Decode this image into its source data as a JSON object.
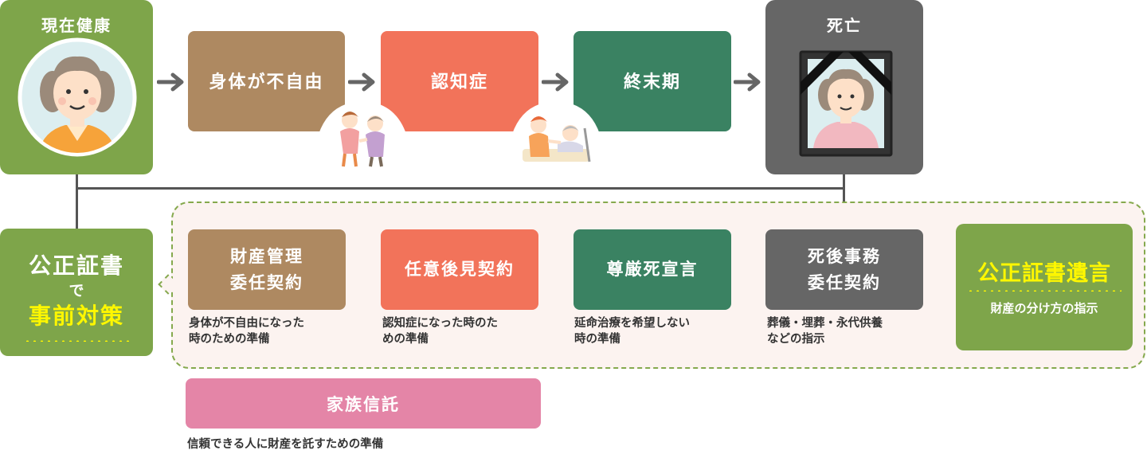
{
  "colors": {
    "green": "#7ea54a",
    "brown": "#ae8961",
    "coral": "#f2735a",
    "teal": "#3a8262",
    "gray": "#666666",
    "pink": "#e485a7",
    "yellow": "#fff700",
    "dashed_bg": "#fcf3f0"
  },
  "timeline": {
    "start": {
      "label": "現在健康",
      "icon": "healthy-grandma-icon"
    },
    "stages": [
      {
        "label": "身体が不自由",
        "color": "#ae8961",
        "illustration": "caregiver-helping-walk-icon"
      },
      {
        "label": "認知症",
        "color": "#f2735a",
        "illustration": "caregiver-bedside-icon"
      },
      {
        "label": "終末期",
        "color": "#3a8262"
      }
    ],
    "end": {
      "label": "死亡",
      "icon": "memorial-portrait-icon"
    }
  },
  "strategy": {
    "line1": "公正証書",
    "line2": "で",
    "line3": "事前対策"
  },
  "measures": [
    {
      "title": "財産管理\n委任契約",
      "color": "#ae8961",
      "desc": "身体が不自由になった\n時のための準備"
    },
    {
      "title": "任意後見契約",
      "color": "#f2735a",
      "desc": "認知症になった時のた\nめの準備"
    },
    {
      "title": "尊厳死宣言",
      "color": "#3a8262",
      "desc": "延命治療を希望しない\n時の準備"
    },
    {
      "title": "死後事務\n委任契約",
      "color": "#666666",
      "desc": "葬儀・埋葬・永代供養\nなどの指示"
    }
  ],
  "will": {
    "title": "公正証書遺言",
    "desc": "財産の分け方の指示"
  },
  "trust": {
    "title": "家族信託",
    "desc": "信頼できる人に財産を託すための準備"
  }
}
